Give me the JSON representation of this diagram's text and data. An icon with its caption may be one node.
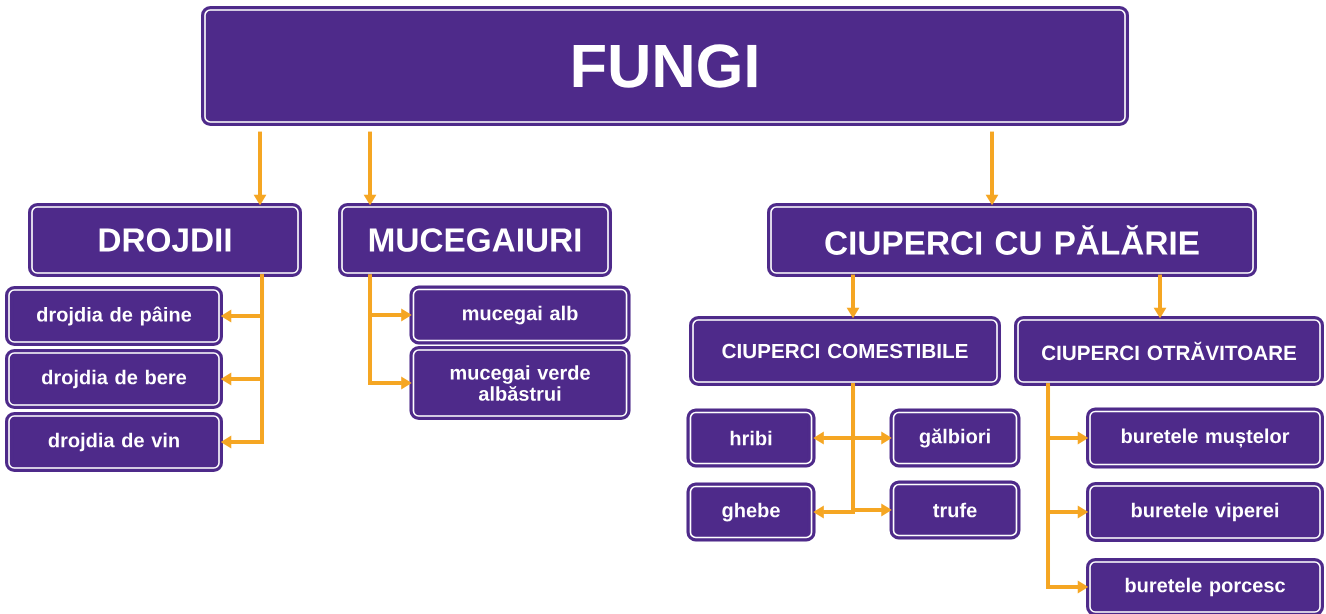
{
  "diagram": {
    "nodes": [
      {
        "text": [
          "FUNGI"
        ]
      },
      {
        "text": [
          "DROJDII"
        ]
      },
      {
        "text": [
          "MUCEGAIURI"
        ]
      },
      {
        "text": [
          "CIUPERCI CU PĂLĂRIE"
        ]
      },
      {
        "text": [
          "drojdia de pâine"
        ]
      },
      {
        "text": [
          "drojdia de bere"
        ]
      },
      {
        "text": [
          "drojdia de vin"
        ]
      },
      {
        "text": [
          "mucegai alb"
        ]
      },
      {
        "text": [
          "mucegai verde albăstrui"
        ]
      },
      {
        "text": [
          "CIUPERCI COMESTIBILE"
        ]
      },
      {
        "text": [
          "CIUPERCI OTRĂVITOARE"
        ]
      },
      {
        "text": [
          "hribi"
        ]
      },
      {
        "text": [
          "gălbiori"
        ]
      },
      {
        "text": [
          "ghebe"
        ]
      },
      {
        "text": [
          "trufe"
        ]
      },
      {
        "text": [
          "buretele muștelor"
        ]
      },
      {
        "text": [
          "buretele viperei"
        ]
      },
      {
        "text": [
          "buretele porcesc"
        ]
      }
    ],
    "edges": [
      {
        "from": 0,
        "to": 1,
        "arrow": "to"
      },
      {
        "from": 0,
        "to": 2,
        "arrow": "to"
      },
      {
        "from": 0,
        "to": 3,
        "arrow": "to"
      },
      {
        "from": 1,
        "to": 4,
        "arrow": "to"
      },
      {
        "from": 1,
        "to": 5,
        "arrow": "to"
      },
      {
        "from": 1,
        "to": 6,
        "arrow": "to"
      },
      {
        "from": 2,
        "to": 7,
        "arrow": "to"
      },
      {
        "from": 2,
        "to": 8,
        "arrow": "to"
      },
      {
        "from": 3,
        "to": 9,
        "arrow": "to"
      },
      {
        "from": 3,
        "to": 10,
        "arrow": "to"
      },
      {
        "from": 9,
        "to": 11,
        "arrow": "to"
      },
      {
        "from": 9,
        "to": 12,
        "arrow": "to"
      },
      {
        "from": 9,
        "to": 13,
        "arrow": "to"
      },
      {
        "from": 9,
        "to": 14,
        "arrow": "to"
      },
      {
        "from": 10,
        "to": 15,
        "arrow": "to"
      },
      {
        "from": 10,
        "to": 16,
        "arrow": "to"
      },
      {
        "from": 10,
        "to": 17,
        "arrow": "to"
      }
    ]
  }
}
